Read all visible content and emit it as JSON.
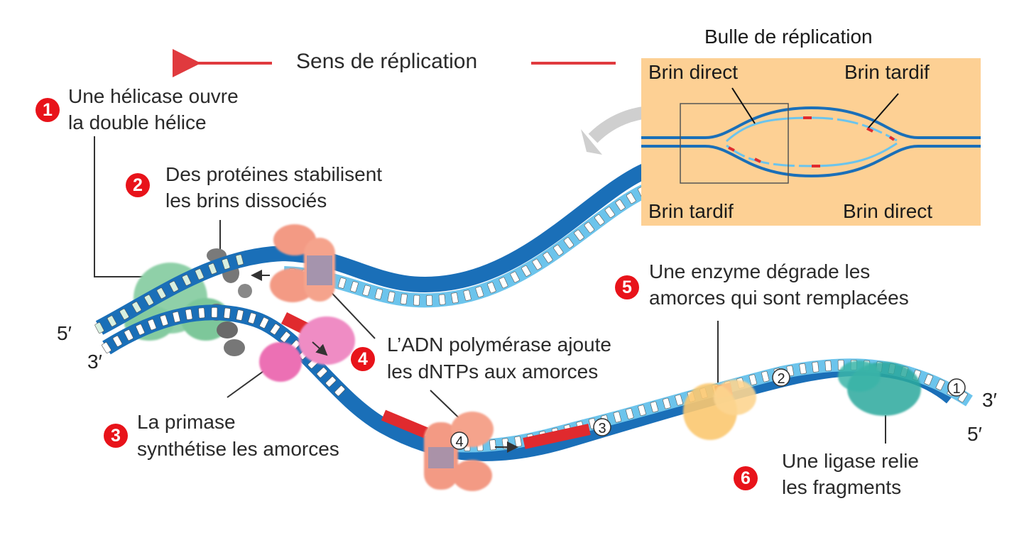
{
  "title": "Réplication de l'ADN",
  "direction": {
    "label": "Sens de réplication",
    "arrow_color": "#e03a3e"
  },
  "bubble": {
    "title": "Bulle de réplication",
    "labels": {
      "top_left": "Brin direct",
      "top_right": "Brin tardif",
      "bottom_left": "Brin tardif",
      "bottom_right": "Brin direct"
    },
    "background_color": "#fdd094"
  },
  "steps": [
    {
      "number": "1",
      "lines": [
        "Une hélicase ouvre",
        "la double hélice"
      ]
    },
    {
      "number": "2",
      "lines": [
        "Des protéines stabilisent",
        "les brins dissociés"
      ]
    },
    {
      "number": "3",
      "lines": [
        "La primase",
        "synthétise les amorces"
      ]
    },
    {
      "number": "4",
      "lines": [
        "L’ADN polymérase ajoute",
        "les dNTPs aux amorces"
      ]
    },
    {
      "number": "5",
      "lines": [
        "Une enzyme dégrade les",
        "amorces qui sont remplacées"
      ]
    },
    {
      "number": "6",
      "lines": [
        "Une ligase relie",
        "les fragments"
      ]
    }
  ],
  "strand_ends": {
    "left_top": "5′",
    "left_bottom": "3′",
    "right_top": "3′",
    "right_bottom": "5′"
  },
  "fragment_markers": [
    "4",
    "3",
    "2",
    "1"
  ],
  "colors": {
    "template_strand": "#1a6fb8",
    "new_strand": "#6cc4ec",
    "primer": "#e02a2e",
    "badge": "#e8131a",
    "helicase": "#7dc79a",
    "polymerase": "#f39a84",
    "primase": "#ec6fb4",
    "ssb": "#777777",
    "rnase": "#fbc870",
    "ligase": "#2aa89c"
  }
}
